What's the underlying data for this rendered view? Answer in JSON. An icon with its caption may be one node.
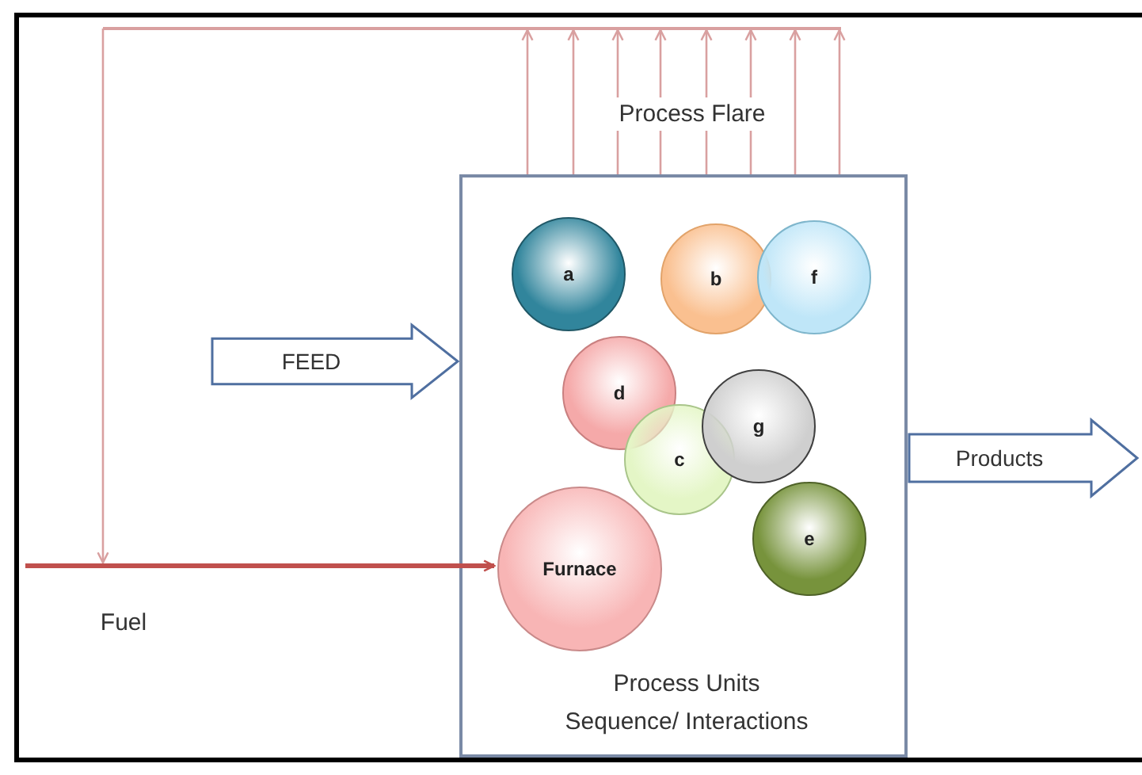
{
  "diagram": {
    "nodes": [
      {
        "text": [
          "Process Units Sequence/ Interactions"
        ]
      },
      {
        "text": [
          "a"
        ],
        "in": 0
      },
      {
        "text": [
          "b"
        ],
        "in": 0
      },
      {
        "text": [
          "f"
        ],
        "in": 0
      },
      {
        "text": [
          "d"
        ],
        "in": 0
      },
      {
        "text": [
          "c"
        ],
        "in": 0
      },
      {
        "text": [
          "g"
        ],
        "in": 0
      },
      {
        "text": [
          "e"
        ],
        "in": 0
      },
      {
        "text": [
          "Furnace"
        ],
        "in": 0
      },
      {
        "text": [
          "FEED"
        ]
      },
      {
        "text": [
          "Products"
        ]
      },
      {
        "text": [],
        "shape": "bar"
      }
    ],
    "edges": [
      {
        "from": 0,
        "to": 11,
        "arrow": "to"
      },
      {
        "from": 0,
        "to": 11,
        "arrow": "to"
      },
      {
        "from": 0,
        "to": 11,
        "arrow": "to"
      },
      {
        "from": 0,
        "to": 11,
        "arrow": "to"
      },
      {
        "from": 0,
        "to": 11,
        "arrow": "to"
      },
      {
        "from": 0,
        "to": 11,
        "arrow": "to"
      },
      {
        "from": 0,
        "to": 11,
        "arrow": "to"
      },
      {
        "from": 0,
        "to": 11,
        "arrow": "to"
      },
      {
        "from": 11,
        "to": null,
        "arrow": "to"
      },
      {
        "from": null,
        "to": 8,
        "arrow": "to",
        "label": "Fuel",
        "style": "thick",
        "color": "#c0504d"
      }
    ],
    "labels": [
      "Process Flare"
    ]
  }
}
